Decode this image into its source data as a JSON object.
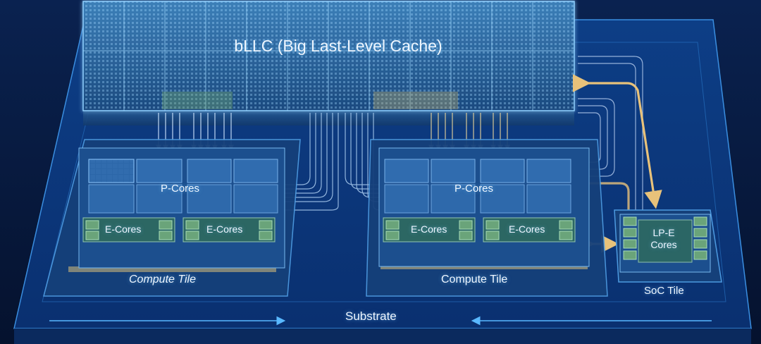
{
  "diagram": {
    "title": "bLLC (Big Last-Level Cache)",
    "labels": {
      "p_cores": "P-Cores",
      "e_cores": "E-Cores",
      "lp_e_cores": "LP-E Cores",
      "compute_tile": "Compute Tile",
      "soc_tile": "SoC Tile",
      "substrate": "Substrate"
    }
  },
  "colors": {
    "background": "#071a3d",
    "substrate": "#0c3a80",
    "cache_glow": "#5fc8ff",
    "tile_fill": "#1f4f8a",
    "ecore_green": "#5b9b73",
    "interconnect_gold": "#e8c27a",
    "label_text": "#eef6ff"
  }
}
